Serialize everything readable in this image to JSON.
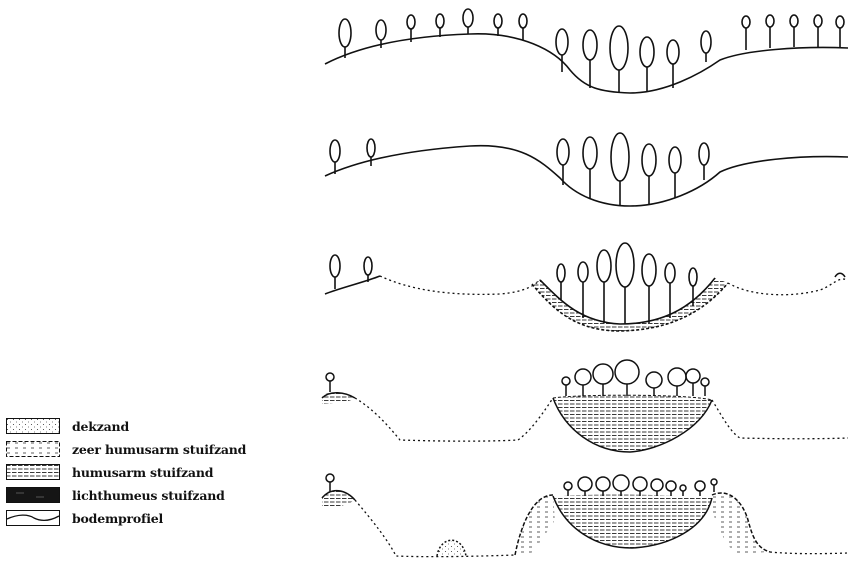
{
  "legend": {
    "items": [
      {
        "key": "dekzand",
        "label": "dekzand",
        "pattern": "sparse-dots"
      },
      {
        "key": "zeer-humusarm-stuifzand",
        "label": "zeer humusarm stuifzand",
        "pattern": "short-dashes"
      },
      {
        "key": "humusarm-stuifzand",
        "label": "humusarm stuifzand",
        "pattern": "dense-dashes"
      },
      {
        "key": "lichthumeus-stuifzand",
        "label": "lichthumeus stuifzand",
        "pattern": "solid-dark"
      },
      {
        "key": "bodemprofiel",
        "label": "bodemprofiel",
        "pattern": "wavy-line"
      }
    ]
  },
  "diagram": {
    "stages": 5,
    "ink_color": "#111111"
  }
}
